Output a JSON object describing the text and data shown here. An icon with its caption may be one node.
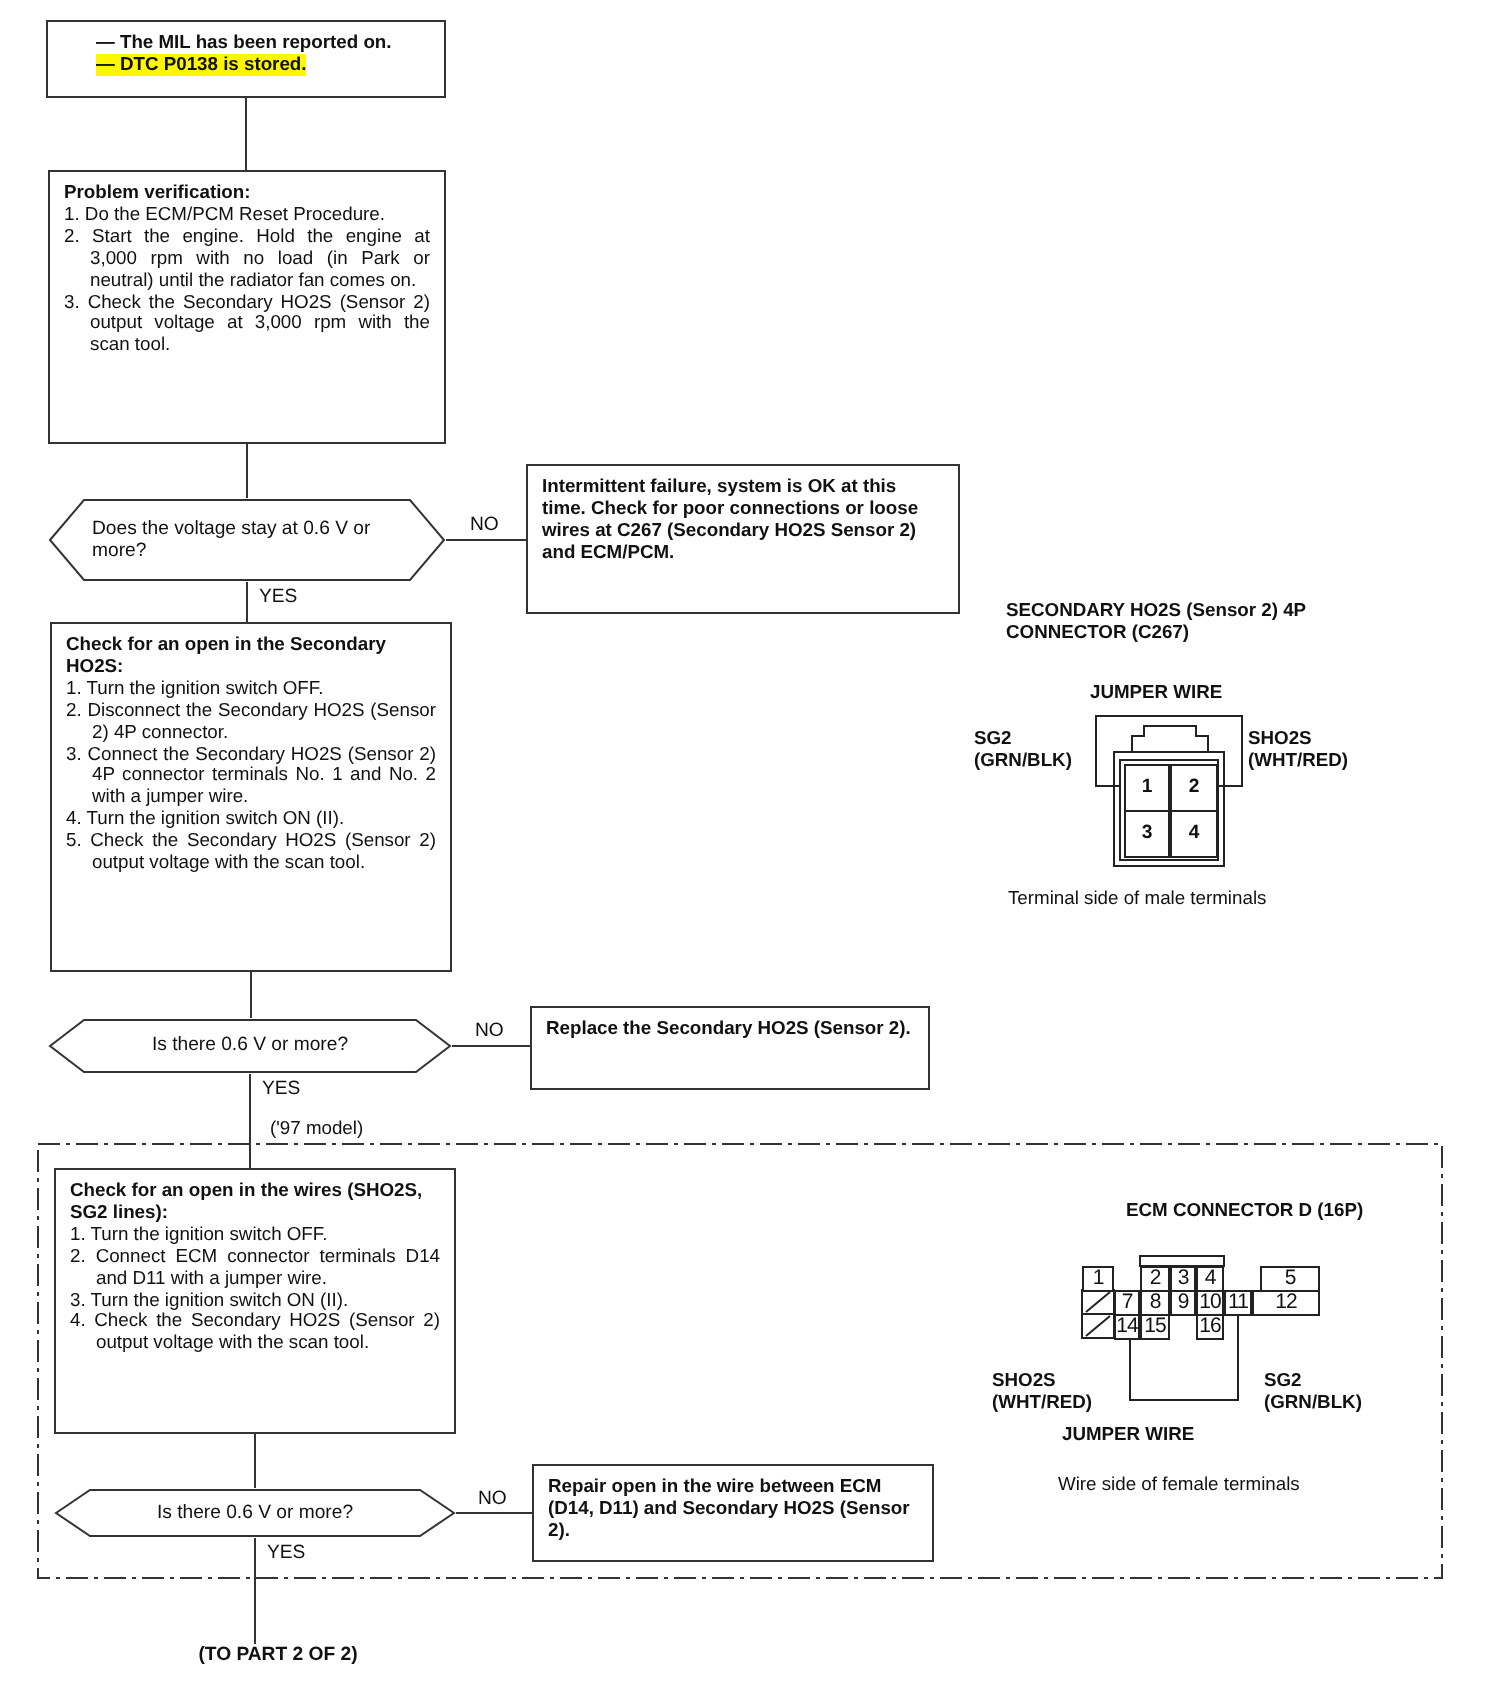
{
  "diagram": {
    "nodes": [
      {
        "text": [
          "— The MIL has been reported on.",
          "— DTC P0138 is stored."
        ]
      },
      {
        "text": [
          "Problem verification:",
          "1. Do the ECM/PCM Reset Procedure.",
          "2. Start the engine. Hold the engine at 3,000 rpm with no load (in Park or neutral) until the radiator fan comes on.",
          "3. Check the Secondary HO2S (Sensor 2) output voltage at 3,000 rpm with the scan tool."
        ]
      },
      {
        "text": [
          "Does the voltage stay at 0.6 V or more?"
        ]
      },
      {
        "text": [
          "Intermittent failure, system is OK at this time. Check for poor connections or loose wires at C267 (Secondary HO2S Sensor 2) and ECM/PCM."
        ]
      },
      {
        "text": [
          "Check for an open in the Secondary HO2S:",
          "1. Turn the ignition switch OFF.",
          "2. Disconnect the Secondary HO2S (Sensor 2) 4P connector.",
          "3. Connect the Secondary HO2S (Sensor 2) 4P connector terminals No. 1 and No. 2 with a jumper wire.",
          "4. Turn the ignition switch ON (II).",
          "5. Check the Secondary HO2S (Sensor 2) output voltage with the scan tool."
        ]
      },
      {
        "text": [
          "Is there 0.6 V or more?"
        ]
      },
      {
        "text": [
          "Replace the Secondary HO2S (Sensor 2)."
        ]
      },
      {
        "text": [
          "('97 model)"
        ]
      },
      {
        "text": [
          "Check for an open in the wires (SHO2S, SG2 lines):",
          "1. Turn the ignition switch OFF.",
          "2. Connect ECM connector terminals D14 and D11 with a jumper wire.",
          "3. Turn the ignition switch ON (II).",
          "4. Check the Secondary HO2S (Sensor 2) output voltage with the scan tool."
        ],
        "in": 7
      },
      {
        "text": [
          "Is there 0.6 V or more?"
        ],
        "in": 7
      },
      {
        "text": [
          "Repair open in the wire between ECM (D14, D11) and Secondary HO2S (Sensor 2)."
        ],
        "in": 7
      },
      {
        "text": [
          "(TO PART 2 OF 2)"
        ]
      }
    ],
    "edges": [
      {
        "from": 0,
        "to": 1,
        "arrow": "none"
      },
      {
        "from": 1,
        "to": 2,
        "arrow": "none"
      },
      {
        "from": 2,
        "to": 3,
        "arrow": "none",
        "label": "NO"
      },
      {
        "from": 2,
        "to": 4,
        "arrow": "none",
        "label": "YES"
      },
      {
        "from": 4,
        "to": 5,
        "arrow": "none"
      },
      {
        "from": 5,
        "to": 6,
        "arrow": "none",
        "label": "NO"
      },
      {
        "from": 5,
        "to": 8,
        "arrow": "none",
        "label": "YES"
      },
      {
        "from": 8,
        "to": 9,
        "arrow": "none"
      },
      {
        "from": 9,
        "to": 10,
        "arrow": "none",
        "label": "NO"
      },
      {
        "from": 9,
        "to": 11,
        "arrow": "none",
        "label": "YES"
      }
    ],
    "labels": [
      "SECONDARY HO2S (Sensor 2) 4P CONNECTOR (C267)",
      "JUMPER WIRE",
      "SG2 (GRN/BLK)",
      "SHO2S (WHT/RED)",
      "1",
      "2",
      "3",
      "4",
      "Terminal side of male terminals",
      "ECM CONNECTOR D (16P)",
      "1",
      "2",
      "3",
      "4",
      "5",
      "7",
      "8",
      "9",
      "10",
      "11",
      "12",
      "14",
      "15",
      "16",
      "SHO2S (WHT/RED)",
      "SG2 (GRN/BLK)",
      "JUMPER WIRE",
      "Wire side of female terminals"
    ]
  }
}
